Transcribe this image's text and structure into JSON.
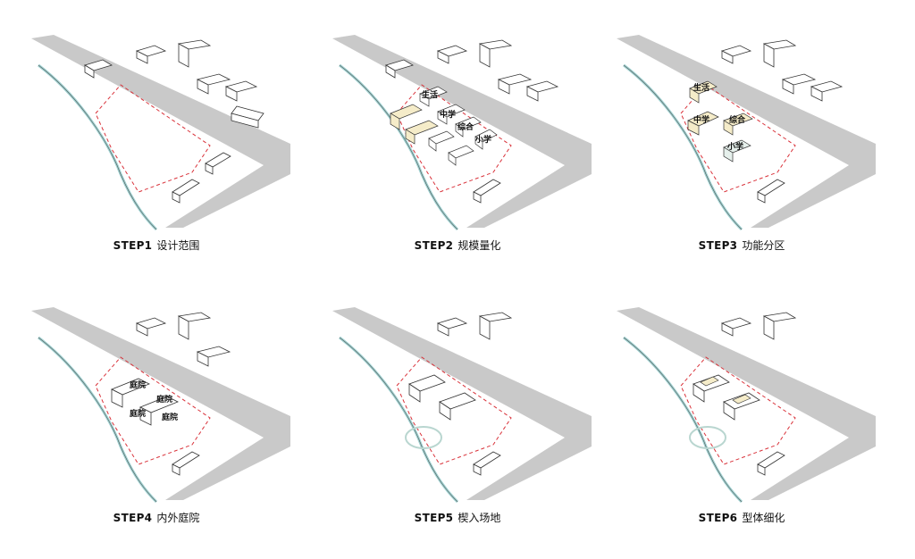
{
  "steps": [
    {
      "id": "STEP1",
      "title": "设计范围"
    },
    {
      "id": "STEP2",
      "title": "规模量化"
    },
    {
      "id": "STEP3",
      "title": "功能分区"
    },
    {
      "id": "STEP4",
      "title": "内外庭院"
    },
    {
      "id": "STEP5",
      "title": "楔入场地"
    },
    {
      "id": "STEP6",
      "title": "型体细化"
    }
  ],
  "labels": {
    "step2": [
      "生活",
      "中学",
      "综合",
      "小学"
    ],
    "step3": [
      "生活",
      "中学",
      "综合",
      "小学"
    ],
    "step4": [
      "庭院",
      "庭院",
      "庭院",
      "庭院"
    ]
  },
  "colors": {
    "road": "#c9c9c9",
    "river": "#9fd2d2",
    "boundary": "#d9323a",
    "building_fill": "#ffffff",
    "building_line": "#333333",
    "highlight_fill": "#f5ecc9",
    "track": "#b9d6d0"
  }
}
